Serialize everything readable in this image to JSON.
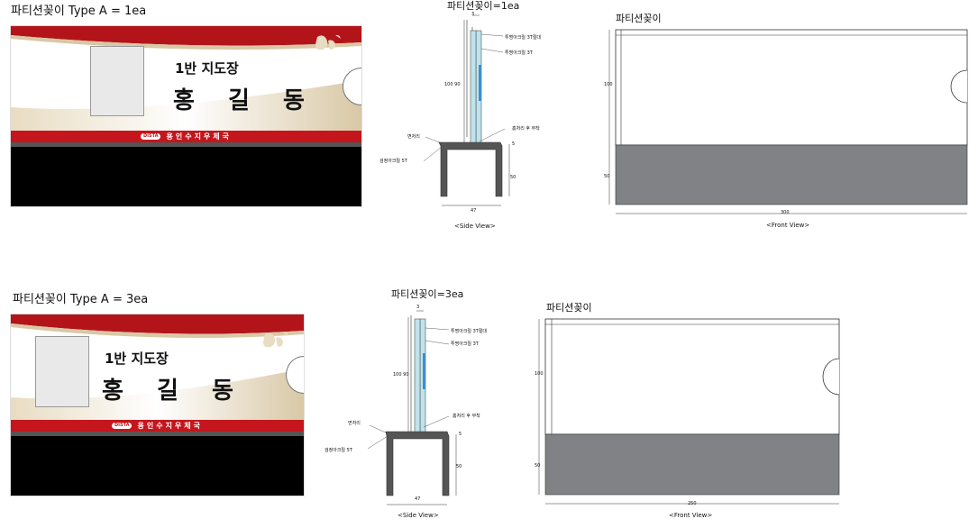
{
  "sections": [
    {
      "title": "파티션꽂이 Type A = 1ea",
      "nameplate": {
        "class": "1반 지도장",
        "name": "홍 길 동",
        "footer": "용인수지우체국",
        "logo": "DISTA"
      },
      "side_title": "파티션꽂이=1ea",
      "side": {
        "top_dim": "3",
        "h_total": "100",
        "h_inner": "90",
        "label_holder": "투명아크릴 3T절대",
        "label_acrylic": "투명아크릴 3T",
        "label_attach": "홈처리 후 부착",
        "label_chamfer": "면처리",
        "label_black": "검정아크릴 5T",
        "dim_5": "5",
        "dim_50": "50",
        "dim_47": "47",
        "view": "<Side View>"
      },
      "front_title": "파티션꽂이",
      "front": {
        "h_top": "100",
        "h_base": "50",
        "width": "300",
        "view": "<Front View>"
      }
    },
    {
      "title": "파티션꽂이 Type A = 3ea",
      "nameplate": {
        "class": "1반 지도장",
        "name": "홍 길 동",
        "footer": "용인수지우체국",
        "logo": "DISTA"
      },
      "side_title": "파티션꽂이=3ea",
      "side": {
        "top_dim": "3",
        "h_total": "100",
        "h_inner": "90",
        "label_holder": "투명아크릴 3T절대",
        "label_acrylic": "투명아크릴 3T",
        "label_attach": "홈처리 후 부착",
        "label_chamfer": "면처리",
        "label_black": "검정아크릴 5T",
        "dim_5": "5",
        "dim_50": "50",
        "dim_47": "47",
        "view": "<Side View>"
      },
      "front_title": "파티션꽂이",
      "front": {
        "h_top": "100",
        "h_base": "50",
        "width": "250",
        "view": "<Front View>"
      }
    }
  ],
  "colors": {
    "red": "#c4161c",
    "base_gray": "#808285",
    "black": "#000000",
    "acrylic": "#bfe3ec",
    "beige": "#d9c8a6"
  }
}
